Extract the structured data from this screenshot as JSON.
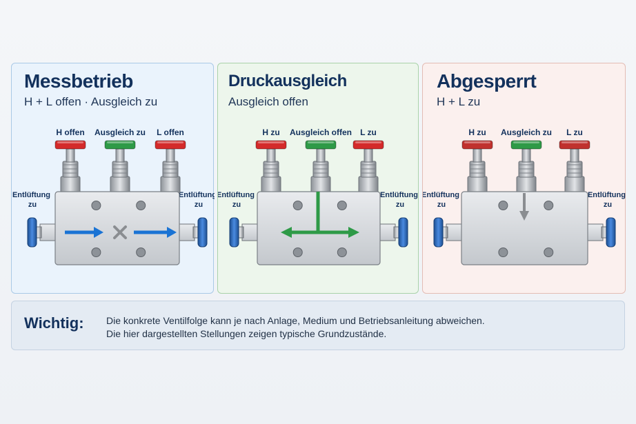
{
  "panels": [
    {
      "title": "Messbetrieb",
      "subtitle": "H + L offen · Ausgleich zu",
      "valves": [
        {
          "label": "H offen",
          "color": "#d42a2a"
        },
        {
          "label": "Ausgleich zu",
          "color": "#2e9a47"
        },
        {
          "label": "L offen",
          "color": "#d42a2a"
        }
      ],
      "vent_left": [
        "Entlüftung",
        "zu"
      ],
      "vent_right": [
        "Entlüftung",
        "zu"
      ],
      "flow_color": "#1a73d4"
    },
    {
      "title": "Druckausgleich",
      "subtitle": "Ausgleich offen",
      "valves": [
        {
          "label": "H zu",
          "color": "#d42a2a"
        },
        {
          "label": "Ausgleich offen",
          "color": "#2e9a47"
        },
        {
          "label": "L zu",
          "color": "#d42a2a"
        }
      ],
      "vent_left": [
        "Entlüftung",
        "zu"
      ],
      "vent_right": [
        "Entlüftung",
        "zu"
      ],
      "flow_color": "#2e9a47"
    },
    {
      "title": "Abgesperrt",
      "subtitle": "H + L zu",
      "valves": [
        {
          "label": "H zu",
          "color": "#c0312e"
        },
        {
          "label": "Ausgleich zu",
          "color": "#2e9a47"
        },
        {
          "label": "L zu",
          "color": "#c0312e"
        }
      ],
      "vent_left": [
        "Entlüftung",
        "zu"
      ],
      "vent_right": [
        "Entlüftung",
        "zu"
      ],
      "flow_color": "#8a8d91"
    }
  ],
  "info": {
    "title": "Wichtig:",
    "line1": "Die konkrete Ventilfolge kann je nach Anlage, Medium und Betriebsanleitung abweichen.",
    "line2": "Die hier dargestellten Stellungen zeigen typische Grundzustände."
  },
  "colors": {
    "knob_blue": "#2f6fc0",
    "title_navy": "#13315c",
    "block_steel": "#d4d7db"
  }
}
